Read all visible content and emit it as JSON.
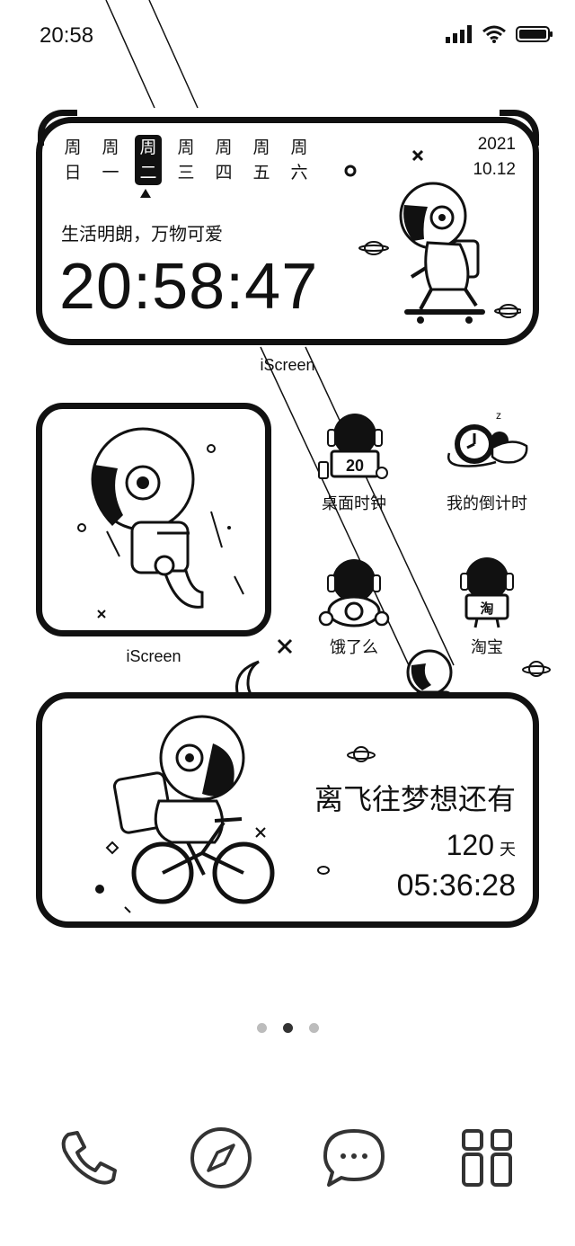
{
  "status_bar": {
    "time": "20:58"
  },
  "clock_widget": {
    "weekdays": [
      {
        "top": "周",
        "bottom": "日"
      },
      {
        "top": "周",
        "bottom": "一"
      },
      {
        "top": "周",
        "bottom": "二"
      },
      {
        "top": "周",
        "bottom": "三"
      },
      {
        "top": "周",
        "bottom": "四"
      },
      {
        "top": "周",
        "bottom": "五"
      },
      {
        "top": "周",
        "bottom": "六"
      }
    ],
    "active_weekday_index": 2,
    "year": "2021",
    "month_day": "10.12",
    "motto": "生活明朗，万物可爱",
    "time": "20:58:47",
    "caption": "iScreen"
  },
  "photo_widget": {
    "caption": "iScreen"
  },
  "apps": [
    {
      "label": "桌面时钟",
      "icon": "astronaut-clock-icon",
      "badge": "20"
    },
    {
      "label": "我的倒计时",
      "icon": "astronaut-sleeping-clock-icon",
      "badge": "z"
    },
    {
      "label": "饿了么",
      "icon": "astronaut-eleme-icon"
    },
    {
      "label": "淘宝",
      "icon": "astronaut-taobao-icon",
      "badge": "淘"
    }
  ],
  "countdown_widget": {
    "title": "离飞往梦想还有",
    "days": "120",
    "days_unit": "天",
    "time": "05:36:28"
  },
  "page_indicator": {
    "count": 3,
    "active_index": 1
  },
  "dock": [
    {
      "icon": "phone-icon"
    },
    {
      "icon": "compass-icon"
    },
    {
      "icon": "message-icon"
    },
    {
      "icon": "app-library-icon"
    }
  ],
  "colors": {
    "ink": "#111111",
    "background": "#ffffff",
    "dot_inactive": "#bcbcbc"
  }
}
